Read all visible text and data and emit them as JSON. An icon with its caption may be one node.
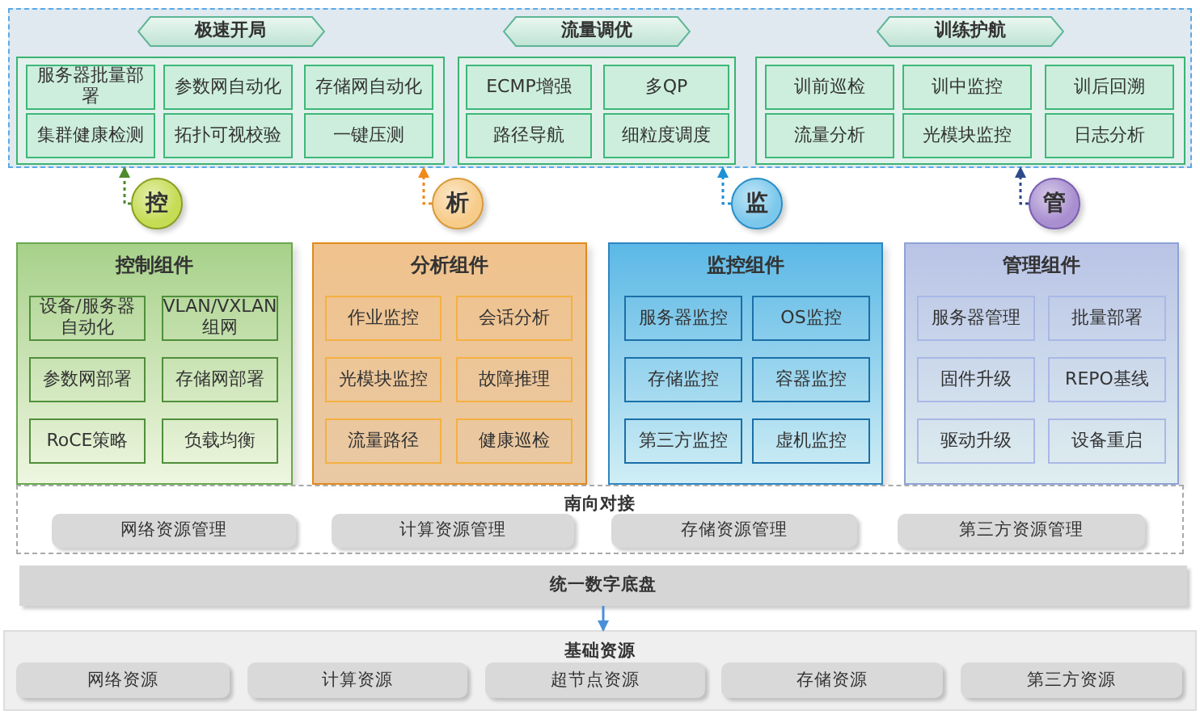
{
  "diagram": {
    "nodes": [
      {
        "text": [],
        "shape": "box"
      },
      {
        "text": [
          "极速开局"
        ],
        "in": 0
      },
      {
        "text": [
          "服务器批量部署"
        ],
        "in": 1
      },
      {
        "text": [
          "参数网自动化"
        ],
        "in": 1
      },
      {
        "text": [
          "存储网自动化"
        ],
        "in": 1
      },
      {
        "text": [
          "集群健康检测"
        ],
        "in": 1
      },
      {
        "text": [
          "拓扑可视校验"
        ],
        "in": 1
      },
      {
        "text": [
          "一键压测"
        ],
        "in": 1
      },
      {
        "text": [
          "流量调优"
        ],
        "in": 0
      },
      {
        "text": [
          "ECMP增强"
        ],
        "in": 8
      },
      {
        "text": [
          "多QP"
        ],
        "in": 8
      },
      {
        "text": [
          "路径导航"
        ],
        "in": 8
      },
      {
        "text": [
          "细粒度调度"
        ],
        "in": 8
      },
      {
        "text": [
          "训练护航"
        ],
        "in": 0
      },
      {
        "text": [
          "训前巡检"
        ],
        "in": 13
      },
      {
        "text": [
          "训中监控"
        ],
        "in": 13
      },
      {
        "text": [
          "训后回溯"
        ],
        "in": 13
      },
      {
        "text": [
          "流量分析"
        ],
        "in": 13
      },
      {
        "text": [
          "光模块监控"
        ],
        "in": 13
      },
      {
        "text": [
          "日志分析"
        ],
        "in": 13
      },
      {
        "text": [
          "控"
        ]
      },
      {
        "text": [
          "析"
        ]
      },
      {
        "text": [
          "监"
        ]
      },
      {
        "text": [
          "管"
        ]
      },
      {
        "text": [
          "控制组件"
        ]
      },
      {
        "text": [
          "设备/服务器自动化"
        ],
        "in": 24
      },
      {
        "text": [
          "VLAN/VXLAN组网"
        ],
        "in": 24
      },
      {
        "text": [
          "参数网部署"
        ],
        "in": 24
      },
      {
        "text": [
          "存储网部署"
        ],
        "in": 24
      },
      {
        "text": [
          "RoCE策略"
        ],
        "in": 24
      },
      {
        "text": [
          "负载均衡"
        ],
        "in": 24
      },
      {
        "text": [
          "分析组件"
        ]
      },
      {
        "text": [
          "作业监控"
        ],
        "in": 31
      },
      {
        "text": [
          "会话分析"
        ],
        "in": 31
      },
      {
        "text": [
          "光模块监控"
        ],
        "in": 31
      },
      {
        "text": [
          "故障推理"
        ],
        "in": 31
      },
      {
        "text": [
          "流量路径"
        ],
        "in": 31
      },
      {
        "text": [
          "健康巡检"
        ],
        "in": 31
      },
      {
        "text": [
          "监控组件"
        ]
      },
      {
        "text": [
          "服务器监控"
        ],
        "in": 38
      },
      {
        "text": [
          "OS监控"
        ],
        "in": 38
      },
      {
        "text": [
          "存储监控"
        ],
        "in": 38
      },
      {
        "text": [
          "容器监控"
        ],
        "in": 38
      },
      {
        "text": [
          "第三方监控"
        ],
        "in": 38
      },
      {
        "text": [
          "虚机监控"
        ],
        "in": 38
      },
      {
        "text": [
          "管理组件"
        ]
      },
      {
        "text": [
          "服务器管理"
        ],
        "in": 45
      },
      {
        "text": [
          "批量部署"
        ],
        "in": 45
      },
      {
        "text": [
          "固件升级"
        ],
        "in": 45
      },
      {
        "text": [
          "REPO基线"
        ],
        "in": 45
      },
      {
        "text": [
          "驱动升级"
        ],
        "in": 45
      },
      {
        "text": [
          "设备重启"
        ],
        "in": 45
      },
      {
        "text": [
          "南向对接"
        ]
      },
      {
        "text": [
          "网络资源管理"
        ],
        "in": 52
      },
      {
        "text": [
          "计算资源管理"
        ],
        "in": 52
      },
      {
        "text": [
          "存储资源管理"
        ],
        "in": 52
      },
      {
        "text": [
          "第三方资源管理"
        ],
        "in": 52
      },
      {
        "text": [
          "统一数字底盘"
        ]
      },
      {
        "text": [
          "基础资源"
        ]
      },
      {
        "text": [
          "网络资源"
        ],
        "in": 58
      },
      {
        "text": [
          "计算资源"
        ],
        "in": 58
      },
      {
        "text": [
          "超节点资源"
        ],
        "in": 58
      },
      {
        "text": [
          "存储资源"
        ],
        "in": 58
      },
      {
        "text": [
          "第三方资源"
        ],
        "in": 58
      }
    ],
    "edges": [
      {
        "from": 20,
        "to": 0,
        "arrow": "to",
        "style": "dashed",
        "color": "#4e8a2e"
      },
      {
        "from": 21,
        "to": 0,
        "arrow": "to",
        "style": "dashed",
        "color": "#f08a1c"
      },
      {
        "from": 22,
        "to": 0,
        "arrow": "to",
        "style": "dashed",
        "color": "#1e90d6"
      },
      {
        "from": 23,
        "to": 0,
        "arrow": "to",
        "style": "dashed",
        "color": "#2c4a8a"
      },
      {
        "from": 57,
        "to": 58,
        "arrow": "to",
        "color": "#4a90d9"
      }
    ]
  }
}
